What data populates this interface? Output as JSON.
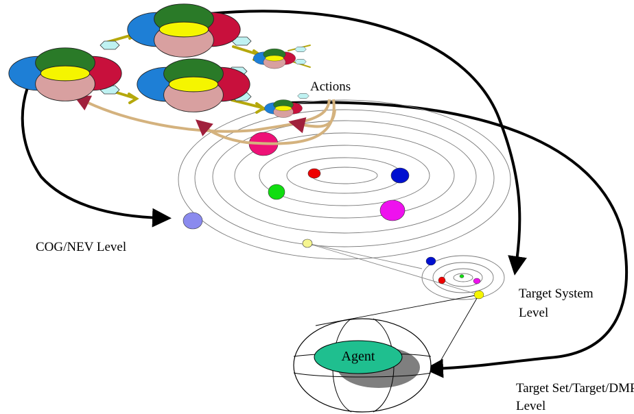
{
  "labels": {
    "actions": "Actions",
    "cog_nev_level": "COG/NEV Level",
    "target_system_level_line1": "Target System",
    "target_system_level_line2": "Level",
    "target_set_level_line1": "Target Set/Target/DMPI",
    "target_set_level_line2": "Level",
    "agent": "Agent"
  },
  "colors": {
    "blue": "#1e7fd6",
    "crimson": "#c8103c",
    "green": "#2a7a28",
    "yellow": "#f5f500",
    "pink": "#d8a0a0",
    "hexagon": "#bff2f2",
    "arrow_olive": "#b5a80c",
    "tan": "#d4b27e",
    "agent_teal": "#1fbf8f",
    "planet_red": "#ee0000",
    "planet_blue": "#0010d0",
    "planet_green": "#11dd11",
    "planet_magenta": "#ee11ee",
    "planet_pink": "#ee1177",
    "planet_lavender": "#8a8aee",
    "planet_yellow": "#f5f590"
  }
}
